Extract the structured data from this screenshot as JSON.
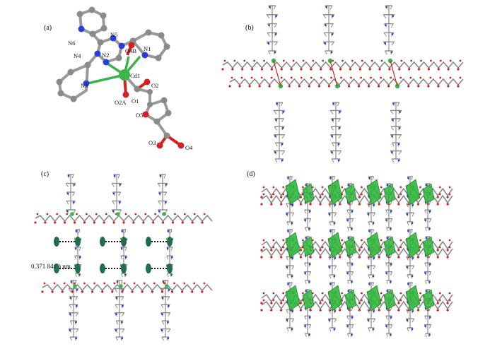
{
  "figure": {
    "panels": [
      {
        "id": "a",
        "label": "(a)"
      },
      {
        "id": "b",
        "label": "(b)"
      },
      {
        "id": "c",
        "label": "(c)"
      },
      {
        "id": "d",
        "label": "(d)"
      }
    ],
    "atom_labels": [
      "N5",
      "N6",
      "N4",
      "N2",
      "O4B",
      "N1",
      "Cd1",
      "N3",
      "O2",
      "O2A",
      "O1",
      "O5",
      "O3",
      "O4"
    ],
    "measurement": "0.371 84(4) nm",
    "colors": {
      "carbon": "#8a8a8a",
      "nitrogen": "#2a3fd6",
      "oxygen": "#d42020",
      "cadmium": "#3ab54a",
      "polyhedron": "#2fb83c",
      "pi_centroid": "#1f6f4a"
    }
  }
}
